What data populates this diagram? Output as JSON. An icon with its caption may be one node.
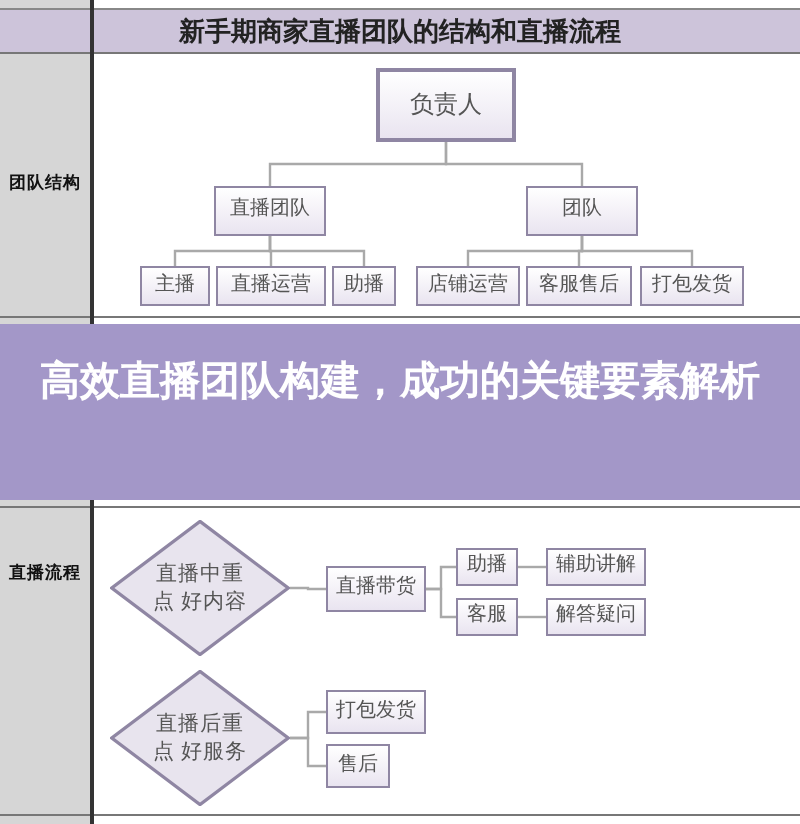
{
  "diagram": {
    "title": "新手期商家直播团队的结构和直播流程",
    "nodes": [
      {
        "text": [
          "负责人"
        ]
      },
      {
        "text": [
          "直播团队"
        ]
      },
      {
        "text": [
          "团队"
        ]
      },
      {
        "text": [
          "主播"
        ]
      },
      {
        "text": [
          "直播运营"
        ]
      },
      {
        "text": [
          "助播"
        ]
      },
      {
        "text": [
          "店铺运营"
        ]
      },
      {
        "text": [
          "客服售后"
        ]
      },
      {
        "text": [
          "打包发货"
        ]
      },
      {
        "text": [
          "直播中重点 好内容"
        ]
      },
      {
        "text": [
          "直播带货"
        ]
      },
      {
        "text": [
          "助播"
        ]
      },
      {
        "text": [
          "客服"
        ]
      },
      {
        "text": [
          "辅助讲解"
        ]
      },
      {
        "text": [
          "解答疑问"
        ]
      },
      {
        "text": [
          "直播后重点 好服务"
        ]
      },
      {
        "text": [
          "打包发货"
        ]
      },
      {
        "text": [
          "售后"
        ]
      }
    ],
    "edges": [
      {
        "from": 0,
        "to": 1,
        "arrow": "none"
      },
      {
        "from": 0,
        "to": 2,
        "arrow": "none"
      },
      {
        "from": 1,
        "to": 3,
        "arrow": "none"
      },
      {
        "from": 1,
        "to": 4,
        "arrow": "none"
      },
      {
        "from": 1,
        "to": 5,
        "arrow": "none"
      },
      {
        "from": 2,
        "to": 6,
        "arrow": "none"
      },
      {
        "from": 2,
        "to": 7,
        "arrow": "none"
      },
      {
        "from": 2,
        "to": 8,
        "arrow": "none"
      },
      {
        "from": 9,
        "to": 10,
        "arrow": "none"
      },
      {
        "from": 10,
        "to": 11,
        "arrow": "none"
      },
      {
        "from": 10,
        "to": 12,
        "arrow": "none"
      },
      {
        "from": 11,
        "to": 13,
        "arrow": "none"
      },
      {
        "from": 12,
        "to": 14,
        "arrow": "none"
      },
      {
        "from": 15,
        "to": 16,
        "arrow": "none"
      },
      {
        "from": 15,
        "to": 17,
        "arrow": "none"
      }
    ],
    "labels": [
      "团队结构",
      "高效直播团队构建，成功的关键要素解析",
      "直播流程"
    ]
  }
}
